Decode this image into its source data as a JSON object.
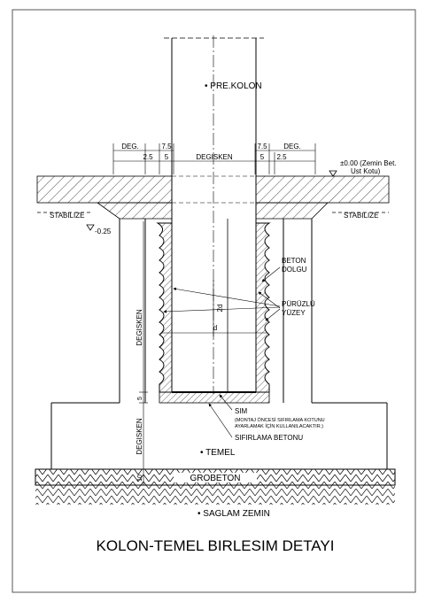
{
  "title": "KOLON-TEMEL BIRLESIM DETAYI",
  "labels": {
    "prekolon": "PRE.KOLON",
    "deg": "DEG.",
    "d75": "7.5",
    "d25": "2.5",
    "d5": "5",
    "degisken": "DEGISKEN",
    "zemin1": "±0.00 (Zemin Bet.",
    "zemin2": "Ust Kotu)",
    "stabilize": "STABILIZE",
    "m025": "-0.25",
    "beton1": "BETON",
    "beton2": "DOLGU",
    "puruzlu1": "PÜRÜZLÜ",
    "puruzlu2": "YÜZEY",
    "two_d": "2d",
    "d": "d",
    "five": "5",
    "sim": "SIM",
    "sim_note1": "(MONTAJ ÖNCESİ SIFIRLAMA KOTUNU",
    "sim_note2": "AYARLAMAK İÇİN KULLANILACAKTIR.)",
    "sifirlama": "SIFIRLAMA BETONU",
    "temel": "TEMEL",
    "grobeton": "GROBETON",
    "ten": "10",
    "saglam": "SAGLAM ZEMIN"
  },
  "colors": {
    "ink": "#000000",
    "paper": "#ffffff",
    "frame": "#555555"
  }
}
